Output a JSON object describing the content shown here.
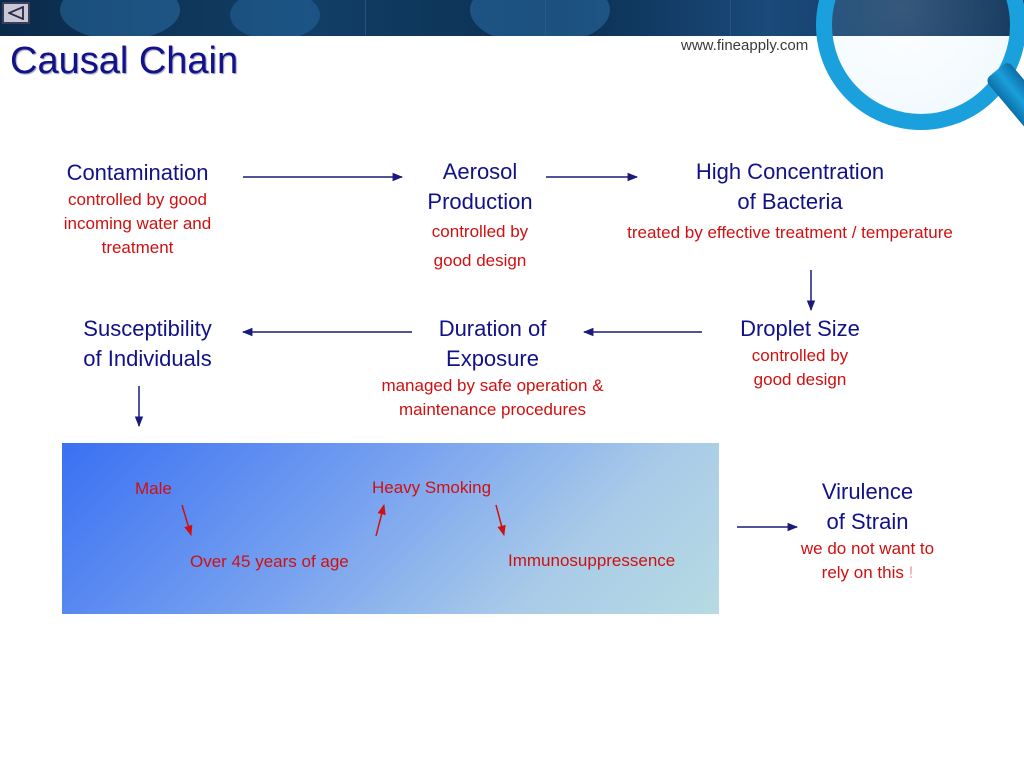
{
  "header": {
    "back_icon": "back-triangle-icon",
    "site_url": "www.fineapply.com",
    "logo_icon": "magnifier-icon"
  },
  "slide": {
    "title": "Causal Chain"
  },
  "chain": {
    "contamination": {
      "label": "Contamination",
      "note": "controlled by good incoming water and treatment"
    },
    "aerosol": {
      "label": "Aerosol Production",
      "note_line1": "controlled by",
      "note_line2": "good design"
    },
    "concentration": {
      "label_line1": "High Concentration",
      "label_line2": "of Bacteria",
      "note": "treated by effective treatment / temperature"
    },
    "droplet": {
      "label": "Droplet Size",
      "note_line1": "controlled by",
      "note_line2": "good design"
    },
    "duration": {
      "label_line1": "Duration of",
      "label_line2": "Exposure",
      "note": "managed by safe operation & maintenance procedures"
    },
    "susceptibility": {
      "label_line1": "Susceptibility",
      "label_line2": "of Individuals"
    },
    "virulence": {
      "label_line1": "Virulence",
      "label_line2": "of Strain",
      "note_line1": "we do not want to",
      "note_line2": "rely on this",
      "note_mark": "!"
    }
  },
  "risk_factors": {
    "male": "Male",
    "heavy_smoking": "Heavy Smoking",
    "age": "Over 45 years of age",
    "immuno": "Immunosuppressence"
  },
  "colors": {
    "title": "#12128a",
    "node_text": "#111188",
    "note_text": "#d01010",
    "arrow": "#1a1a7a"
  }
}
